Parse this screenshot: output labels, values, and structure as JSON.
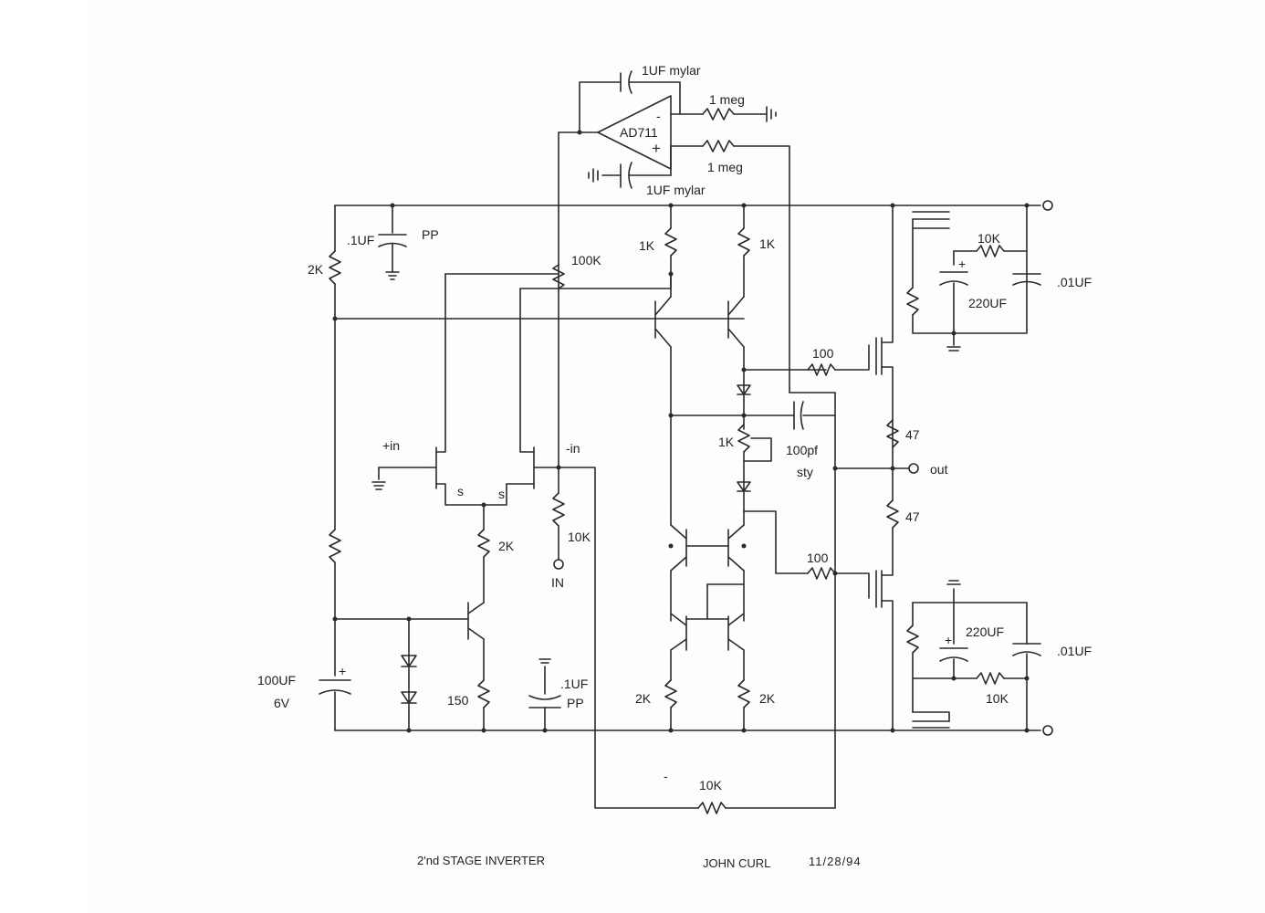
{
  "footer": {
    "title": "2'nd STAGE INVERTER",
    "author": "JOHN CURL",
    "date": "11/28/94"
  },
  "labels": {
    "c_fb_top": "1UF mylar",
    "c_fb_bottom": "1UF mylar",
    "r_meg_top": "1 meg",
    "r_meg_bottom": "1 meg",
    "opamp": "AD711",
    "opamp_minus": "-",
    "opamp_plus": "+",
    "c_pp_top": ".1UF",
    "c_pp_top_type": "PP",
    "r_2k_left": "2K",
    "pot_100k": "100K",
    "r_1k_a": "1K",
    "r_1k_b": "1K",
    "in_plus": "+in",
    "in_minus": "-in",
    "src_s1": "s",
    "src_s2": "s",
    "r_2k_tail": "2K",
    "r_10k_in": "10K",
    "in_label": "IN",
    "c_100uf": "100UF",
    "c_100uf_v": "6V",
    "r_150": "150",
    "c_pp_bot": ".1UF",
    "c_pp_bot_type": "PP",
    "r_2k_b1": "2K",
    "r_2k_b2": "2K",
    "pot_1k": "1K",
    "c_100pf": "100pf",
    "c_100pf_type": "sty",
    "r_100_top": "100",
    "r_100_bot": "100",
    "r_47_top": "47",
    "r_47_bot": "47",
    "out": "out",
    "r_10k_top": "10K",
    "c_220_top": "220UF",
    "c_01_top": ".01UF",
    "c_220_bot": "220UF",
    "c_01_bot": ".01UF",
    "r_10k_bot": "10K",
    "fb_minus": "-",
    "r_10k_fb": "10K",
    "cap_plus": "+"
  }
}
